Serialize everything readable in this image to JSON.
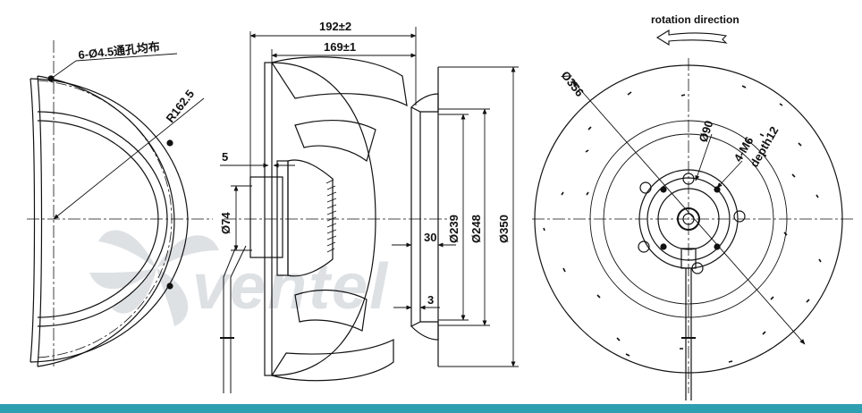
{
  "colors": {
    "line": "#111111",
    "watermark": "#c9cdd2",
    "footer": "#2e9fb0"
  },
  "left_view": {
    "hole_note": "6-Ø4.5通孔均布",
    "radius": "R162.5"
  },
  "side_view": {
    "overall_width": "192±2",
    "inner_width": "169±1",
    "flange_gap": "5",
    "hub_dia": "Ø74",
    "inlet_d1": "Ø239",
    "inlet_d2": "Ø248",
    "outer_dia": "Ø350",
    "ring_depth": "30",
    "ring_lip": "3"
  },
  "right_view": {
    "rotation_label": "rotation direction",
    "outer_dia": "Ø356",
    "bolt_circle": "Ø90",
    "thread_note": "4-M6",
    "thread_depth": "depth12"
  },
  "watermark": {
    "text": "ventel"
  }
}
